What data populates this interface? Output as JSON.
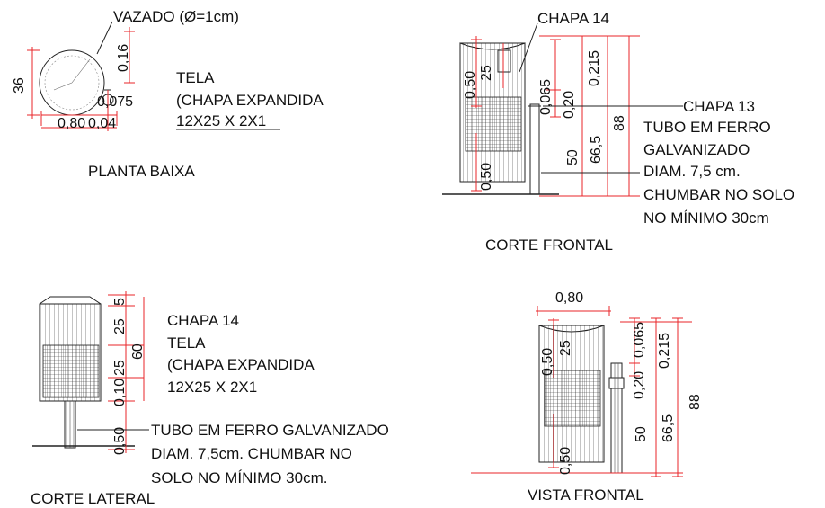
{
  "colors": {
    "dimension_line": "#e8262a",
    "ink": "#111111",
    "background": "#ffffff"
  },
  "planta": {
    "vazado": "VAZADO (Ø=1cm)",
    "dim_36": "36",
    "dim_016": "0,16",
    "dim_0075": "0,075",
    "dim_080": "0,80",
    "dim_004": "0,04",
    "tela_1": "TELA",
    "tela_2": "(CHAPA EXPANDIDA",
    "tela_3": "12X25 X 2X1",
    "title": "PLANTA BAIXA"
  },
  "corte_frontal": {
    "chapa14": "CHAPA 14",
    "dim_050_top": "0,50",
    "dim_25": "25",
    "dim_0065": "0,065",
    "dim_020": "0,20",
    "dim_0215": "0,215",
    "dim_50": "50",
    "dim_665": "66,5",
    "dim_88": "88",
    "dim_050_bot": "0,50",
    "chapa13": "CHAPA 13",
    "tubo_1": "TUBO EM FERRO",
    "tubo_2": "GALVANIZADO",
    "tubo_3": "DIAM. 7,5 cm.",
    "tubo_4": "CHUMBAR NO SOLO",
    "tubo_5": "NO MÍNIMO 30cm",
    "title": "CORTE FRONTAL"
  },
  "corte_lateral": {
    "dim_5": "5",
    "dim_25a": "25",
    "dim_60": "60",
    "dim_25b": "25",
    "dim_010": "0,10",
    "dim_050": "0,50",
    "chapa14": "CHAPA 14",
    "tela_1": "TELA",
    "tela_2": "(CHAPA EXPANDIDA",
    "tela_3": "12X25 X 2X1",
    "tubo_1": "TUBO EM FERRO GALVANIZADO",
    "tubo_2": "DIAM. 7,5cm. CHUMBAR NO",
    "tubo_3": "SOLO NO MÍNIMO 30cm.",
    "title": "CORTE LATERAL"
  },
  "vista_frontal": {
    "dim_080": "0,80",
    "dim_050_top": "0,50",
    "dim_25": "25",
    "dim_0065": "0,065",
    "dim_0215": "0,215",
    "dim_020": "0,20",
    "dim_88": "88",
    "dim_50": "50",
    "dim_665": "66,5",
    "dim_050_bot": "0,50",
    "title": "VISTA FRONTAL"
  }
}
